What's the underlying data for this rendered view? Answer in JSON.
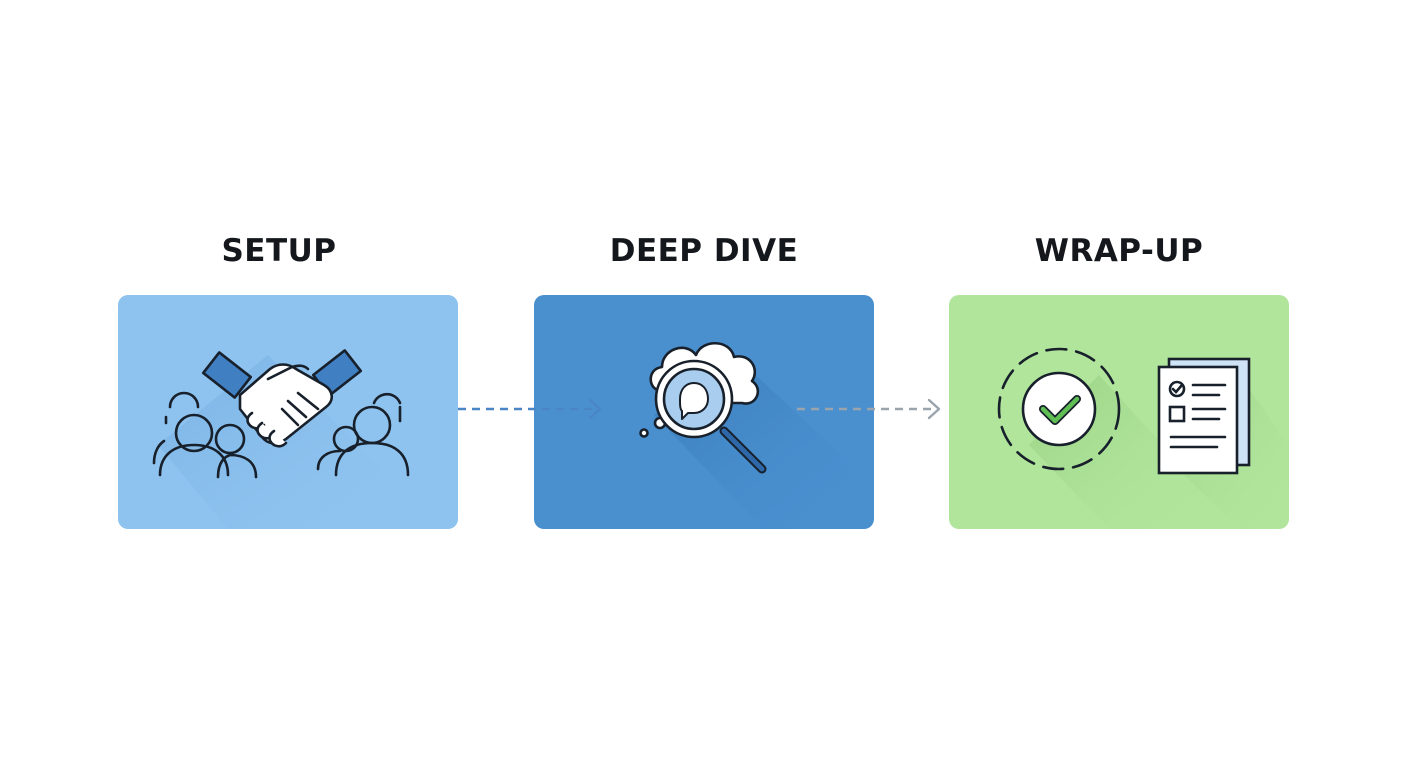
{
  "stages": [
    {
      "title": "SETUP",
      "icon": "handshake-with-people-icon",
      "color": "#8fc3ef"
    },
    {
      "title": "DEEP DIVE",
      "icon": "magnifier-thought-bubble-icon",
      "color": "#4a90cf"
    },
    {
      "title": "WRAP-UP",
      "icon": "check-and-checklist-icon",
      "color": "#b1e59c"
    }
  ],
  "connectors": [
    {
      "icon": "dashed-arrow-right-icon",
      "color": "#4a86c5"
    },
    {
      "icon": "dashed-arrow-right-icon",
      "color": "#9aa4ad"
    }
  ]
}
